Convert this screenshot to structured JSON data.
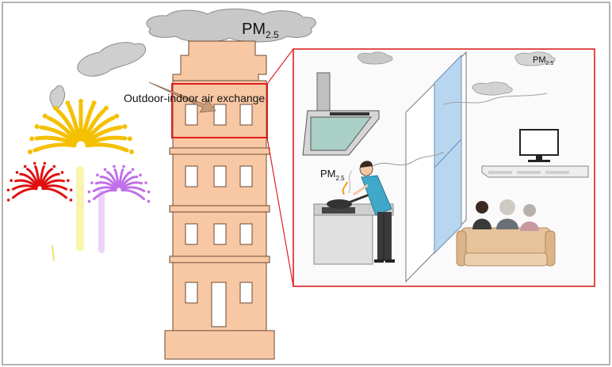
{
  "labels": {
    "pm_top": "PM",
    "pm_top_sub": "2.5",
    "exchange": "Outdoor-indoor air exchange",
    "pm_kitchen": "PM",
    "pm_kitchen_sub": "2.5",
    "pm_room": "PM",
    "pm_room_sub": "2.5"
  },
  "colors": {
    "building_fill": "#f8c8a4",
    "building_stroke": "#6b4a35",
    "highlight": "#e02020",
    "smog": "#c8c8c8",
    "smog_stroke": "#8a8a8a",
    "fw_red": "#e01010",
    "fw_yellow": "#f5c000",
    "fw_purple": "#c070e8",
    "glass": "#b8d6ef",
    "sofa": "#e6c39a",
    "shirt": "#40a8c8"
  },
  "icons": [
    "firework-icon",
    "smog-cloud-icon",
    "building-icon",
    "range-hood-icon",
    "stove-icon",
    "tv-icon",
    "sofa-icon"
  ]
}
